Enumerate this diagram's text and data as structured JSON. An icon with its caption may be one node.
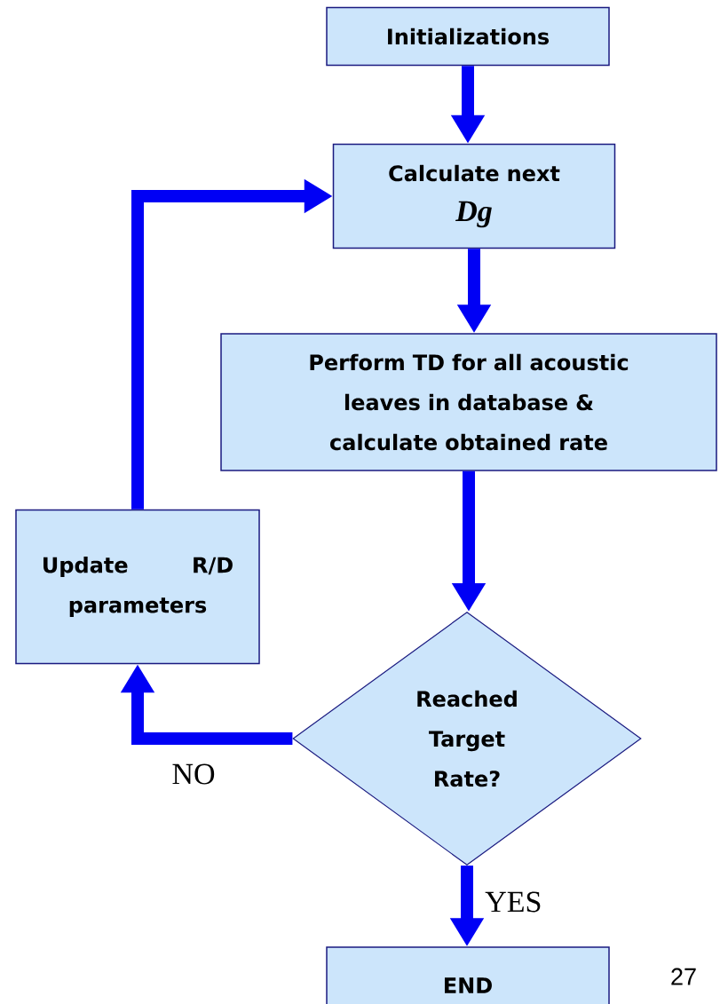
{
  "diagram": {
    "nodes": [
      {
        "text": [
          "Initializations"
        ]
      },
      {
        "text": [
          "Calculate next",
          "Dg"
        ]
      },
      {
        "text": [
          "Perform TD for all acoustic leaves in database & calculate obtained rate"
        ]
      },
      {
        "text": [
          "Reached Target Rate?"
        ]
      },
      {
        "text": [
          "Update R/D parameters"
        ]
      },
      {
        "text": [
          "END"
        ]
      }
    ],
    "edges": [
      {
        "from": 0,
        "to": 1,
        "arrow": "to"
      },
      {
        "from": 1,
        "to": 2,
        "arrow": "to"
      },
      {
        "from": 2,
        "to": 3,
        "arrow": "to"
      },
      {
        "from": 3,
        "to": 4,
        "arrow": "to",
        "label": "NO"
      },
      {
        "from": 4,
        "to": 1,
        "arrow": "to"
      },
      {
        "from": 3,
        "to": 5,
        "arrow": "to",
        "label": "YES"
      }
    ],
    "labels": [
      "27"
    ]
  }
}
